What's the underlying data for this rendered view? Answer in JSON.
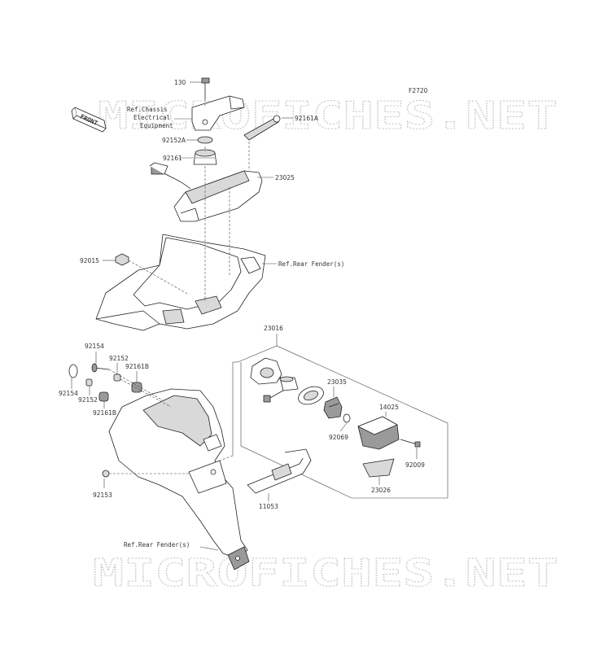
{
  "figure_code": "F2720",
  "watermark": "MICROFICHES.NET",
  "front_badge": "FRONT",
  "refs": {
    "chassis_line1": "Ref.Chassis",
    "chassis_line2": "Electrical",
    "chassis_line3": "Equipment",
    "rear_fender_upper": "Ref.Rear Fender(s)",
    "rear_fender_lower": "Ref.Rear Fender(s)"
  },
  "parts": {
    "p130": "130",
    "p92161A": "92161A",
    "p92152A": "92152A",
    "p92161_top": "92161",
    "p23025": "23025",
    "p92015": "92015",
    "p23016": "23016",
    "p92154_top": "92154",
    "p92152_top": "92152",
    "p92161B_top": "92161B",
    "p92154_left": "92154",
    "p92152_bottom": "92152",
    "p92161B_bottom": "92161B",
    "p23035": "23035",
    "p14025": "14025",
    "p92069": "92069",
    "p92009": "92009",
    "p92153": "92153",
    "p11053": "11053",
    "p23026": "23026"
  }
}
